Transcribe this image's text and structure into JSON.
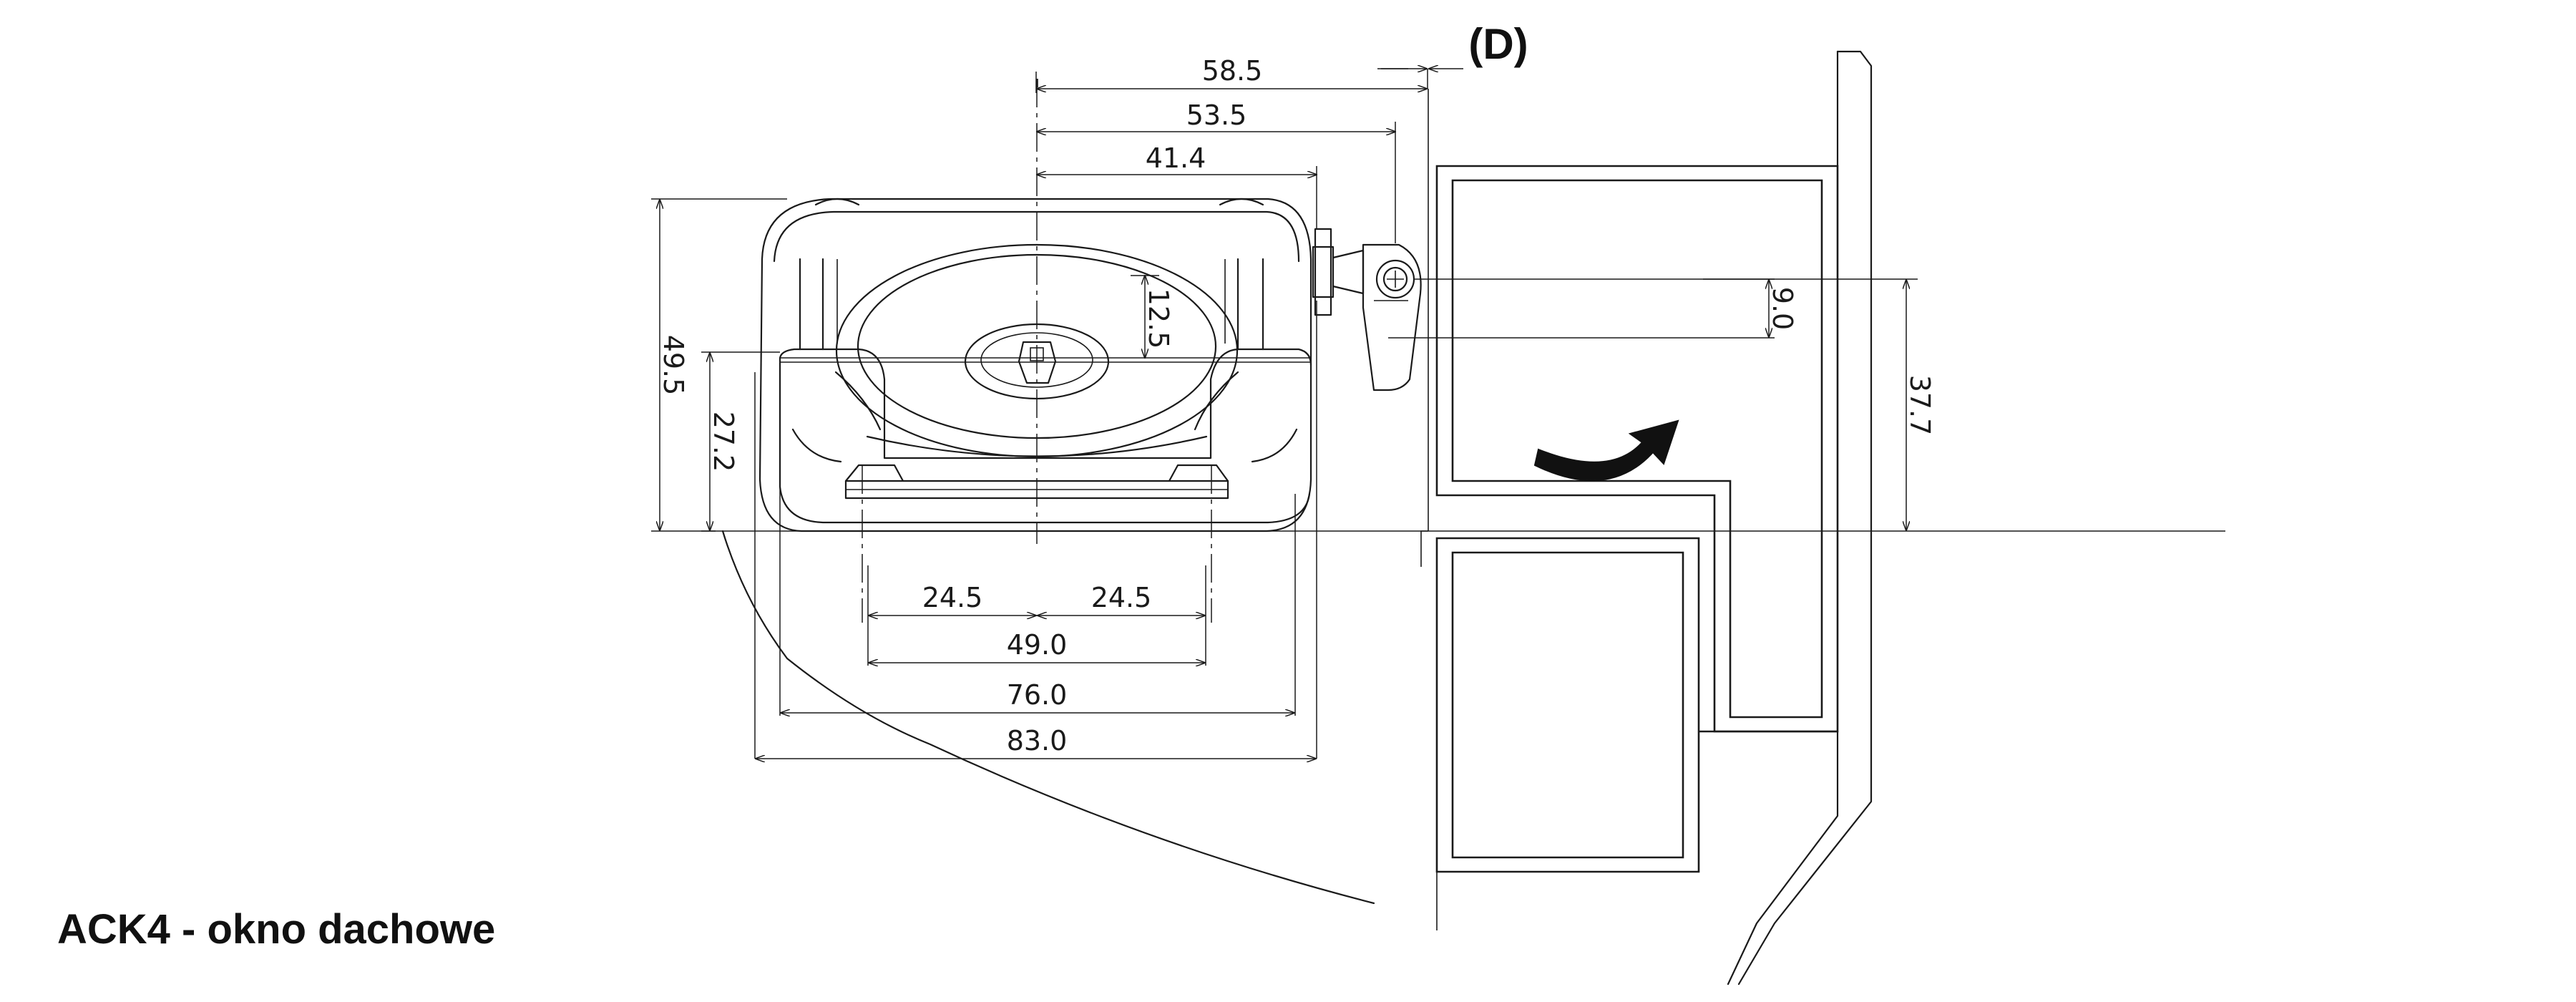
{
  "title": "ACK4 - okno dachowe",
  "callout": "(D)",
  "dimensions": {
    "top_a": "58.5",
    "top_b": "53.5",
    "top_c": "41.4",
    "height_total": "49.5",
    "height_mid": "27.2",
    "depth_offset": "12.5",
    "pivot_offset": "9.0",
    "frame_height": "37.7",
    "bottom_half_left": "24.5",
    "bottom_half_right": "24.5",
    "bottom_inner": "49.0",
    "bottom_mid": "76.0",
    "bottom_total": "83.0"
  }
}
